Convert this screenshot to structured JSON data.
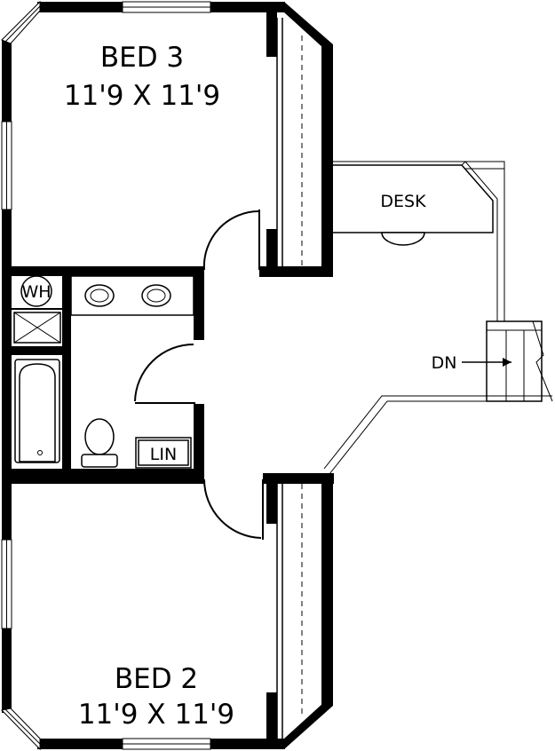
{
  "rooms": {
    "bed3": {
      "name": "BED 3",
      "size": "11'9 X 11'9"
    },
    "bed2": {
      "name": "BED 2",
      "size": "11'9 X 11'9"
    }
  },
  "labels": {
    "desk": "DESK",
    "water_heater": "WH",
    "linen": "LIN",
    "stair_down": "DN"
  }
}
